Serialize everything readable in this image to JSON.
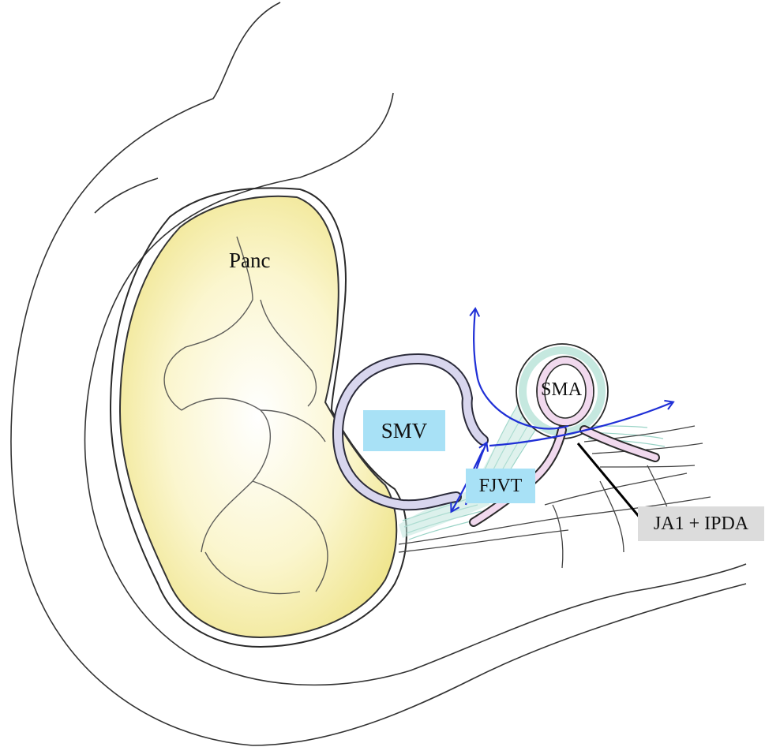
{
  "labels": {
    "panc": "Panc",
    "smv": "SMV",
    "sma": "SMA",
    "fjvt": "FJVT",
    "ja1_ipda": "JA1 + IPDA"
  },
  "colors": {
    "pancreas_fill": "#f3ec9c",
    "label_box_blue": "#a8e1f6",
    "label_box_gray": "#dcdcdc",
    "arrow_blue": "#1f2fd6",
    "vessel_lavender": "#d8d6ee",
    "tissue_teal": "#bfe6dc",
    "sma_pink": "#f1d9ee"
  }
}
